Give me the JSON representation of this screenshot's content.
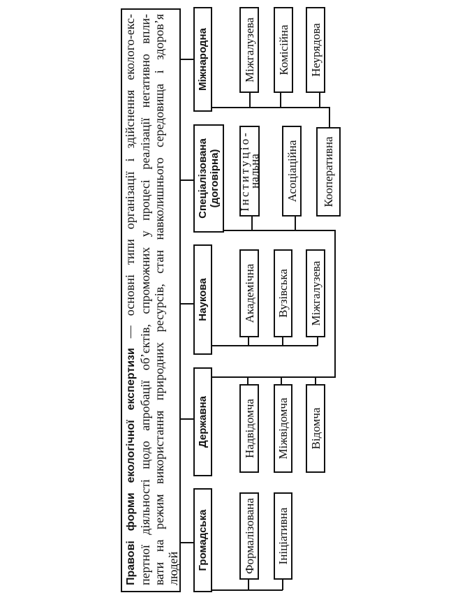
{
  "definition": {
    "term": "Правові форми екологічної експертизи",
    "lines": [
      " — основні типи організації і здійснення еколого-екс-",
      "пертної діяльності щодо апробації об’єктів, спроможних у процесі реалізації негативно впли-",
      "вати на режим використання природних ресурсів, стан навколишнього середовища і здоров’я",
      "людей"
    ]
  },
  "forms": [
    {
      "label": "Громадська",
      "children": [
        "Формалізована",
        "Ініціативна"
      ]
    },
    {
      "label": "Державна",
      "children": [
        "Надвідомча",
        "Міжвідомча",
        "Відомча"
      ]
    },
    {
      "label": "Наукова",
      "children": [
        "Академічна",
        "Вузівська",
        "Міжгалузева"
      ]
    },
    {
      "label": "Спеціалізована",
      "label2": "(договірна)",
      "children": [
        "Інституціо-",
        "нальна",
        "Асоціаційна",
        "Кооперативна"
      ]
    },
    {
      "label": "Міжнародна",
      "children": [
        "Міжгалузева",
        "Комісійна",
        "Неурядова"
      ]
    }
  ]
}
